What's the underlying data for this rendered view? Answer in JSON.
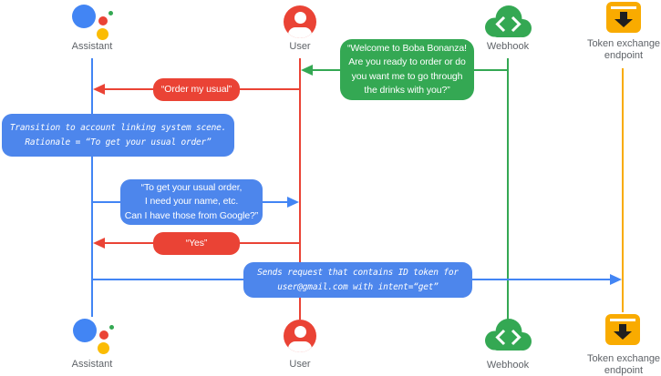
{
  "title": "Assistant account linking sequence diagram",
  "colors": {
    "blue_line": "#4285f4",
    "blue_bubble": "#4d86ec",
    "red": "#ea4335",
    "green": "#34a853",
    "amber": "#f9ab00",
    "yellow": "#fbbc04",
    "label_gray": "#5f6368"
  },
  "actors": {
    "assistant": {
      "label": "Assistant",
      "icon": "google-assistant-logo"
    },
    "user": {
      "label": "User",
      "icon": "person-circle-icon"
    },
    "webhook": {
      "label": "Webhook",
      "icon": "cloud-code-icon"
    },
    "token": {
      "label_line1": "Token exchange",
      "label_line2": "endpoint",
      "icon": "token-box-download-icon"
    }
  },
  "messages": {
    "welcome": {
      "from": "Webhook",
      "to": "User",
      "color": "#34a853",
      "lines": [
        "“Welcome to Boba Bonanza!",
        "Are you ready to order or do",
        "you want me to go through",
        "the drinks with you?”"
      ]
    },
    "order": {
      "from": "User",
      "to": "Assistant",
      "color": "#ea4335",
      "text": "“Order my usual”"
    },
    "transition_note": {
      "color": "#4d86ec",
      "lines": [
        "Transition to account linking system scene.",
        "Rationale = “To get your usual order”"
      ]
    },
    "ask_permission": {
      "from": "Assistant",
      "to": "User",
      "color": "#4d86ec",
      "lines": [
        "“To get your usual order,",
        "I need your name, etc.",
        "Can I have those from Google?”"
      ]
    },
    "yes": {
      "from": "User",
      "to": "Assistant",
      "color": "#ea4335",
      "text": "“Yes”"
    },
    "send_token": {
      "from": "Assistant",
      "to": "Token exchange endpoint",
      "color": "#4d86ec",
      "lines": [
        "Sends request that contains ID token for",
        "user@gmail.com with intent=“get”"
      ]
    }
  }
}
